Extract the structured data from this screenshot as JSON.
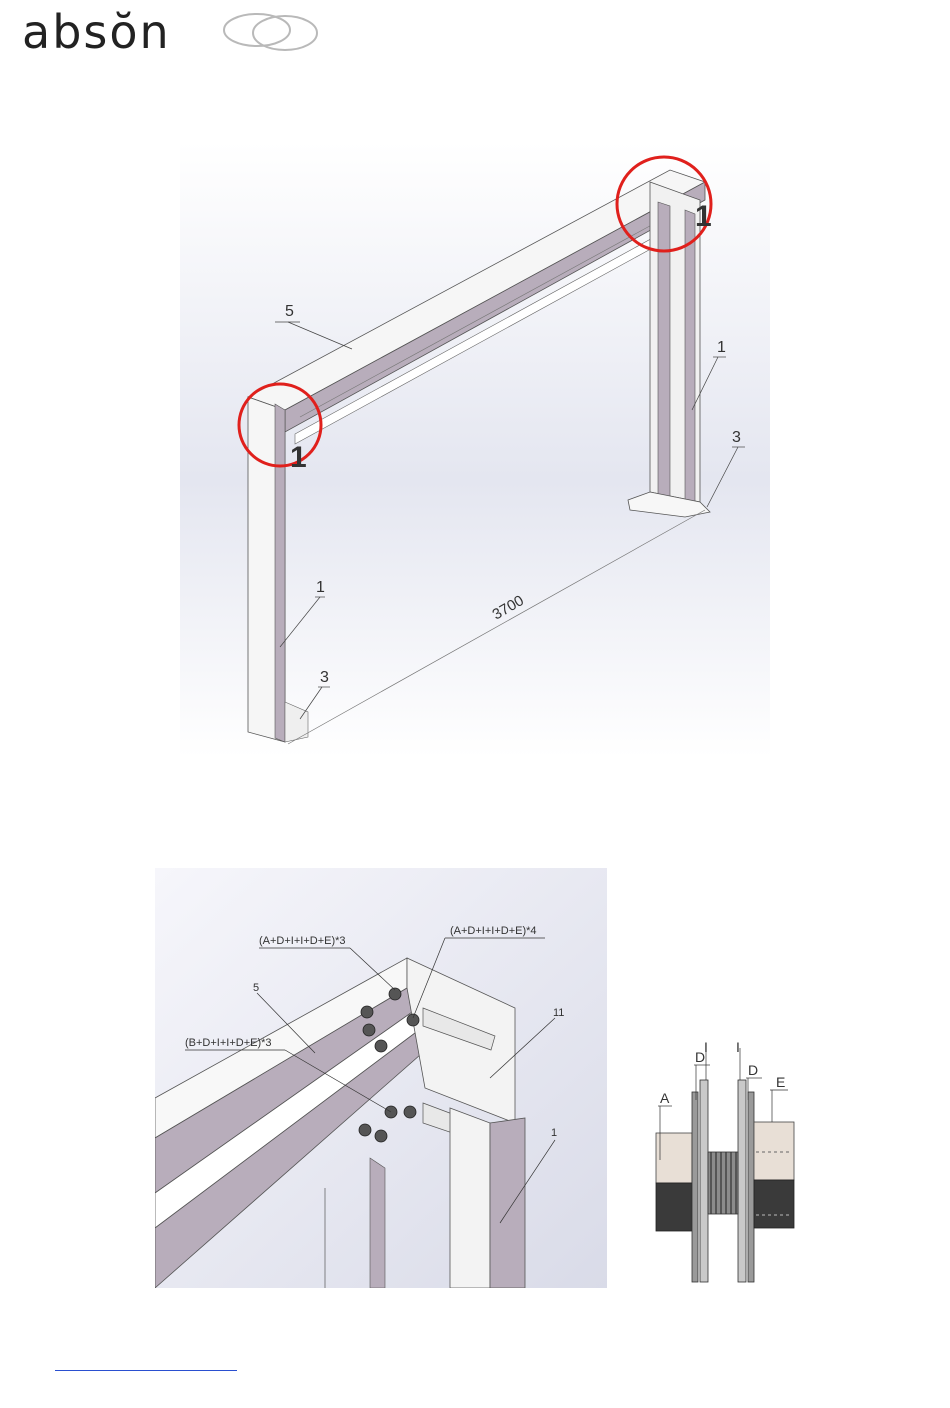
{
  "brand": {
    "logo_text": "absŏn"
  },
  "figure_frame": {
    "callouts": {
      "top_beam": "5",
      "post_left": "1",
      "post_right": "1",
      "base_left": "3",
      "base_right": "3",
      "corner_left": "1",
      "corner_right": "1"
    },
    "dimension": "3700",
    "colors": {
      "highlight": "#e0201c",
      "profile": "#b5a9b8",
      "metal": "#f4f4f4"
    }
  },
  "figure_corner": {
    "fastener_top_left": "(A+D+I+I+D+E)*3",
    "fastener_top_right": "(A+D+I+I+D+E)*4",
    "fastener_left": "(B+D+I+I+D+E)*3",
    "beam": "5",
    "bracket": "11",
    "post": "1"
  },
  "figure_bolt": {
    "labels": {
      "nut_head": "A",
      "washer_left": "D",
      "spacer_left": "I",
      "spacer_right": "I",
      "washer_right": "D",
      "nut": "E"
    }
  },
  "footer": {
    "link_text": ""
  }
}
